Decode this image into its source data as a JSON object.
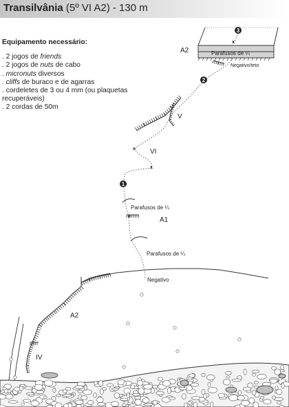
{
  "header": {
    "route_name": "Transilvânia",
    "grade": "(5º VI A2) - 130 m"
  },
  "equipment": {
    "heading": "Equipamento necessário:",
    "items": [
      {
        "pre": ". 2 jogos de ",
        "em": "friends",
        "post": ""
      },
      {
        "pre": ". 2 jogos de ",
        "em": "nuts",
        "post": " de cabo"
      },
      {
        "pre": ". ",
        "em": "micronuts",
        "post": " diversos"
      },
      {
        "pre": ". ",
        "em": "cliffs",
        "post": " de buraco e de agarras"
      },
      {
        "pre": ". cordeletes de 3 ou 4 mm (ou plaquetas recuperáveis)",
        "em": "",
        "post": ""
      },
      {
        "pre": ". 2 cordas de 50m",
        "em": "",
        "post": ""
      }
    ]
  },
  "topo": {
    "labels": {
      "a2_top": "A2",
      "parafusos_ledge": "Parafusos de ¼",
      "negativo_teto": "Negativo/teto",
      "grade_v": "V",
      "grade_vi": "VI",
      "parafusos_1": "Parafusos de ¼",
      "a1": "A1",
      "parafusos_2": "Parafusos de ¼",
      "negativo": "Negativo",
      "a2_lower": "A2",
      "grade_iv": "IV"
    },
    "belays": [
      "1",
      "2",
      "3"
    ],
    "bolt_marker": "x"
  }
}
